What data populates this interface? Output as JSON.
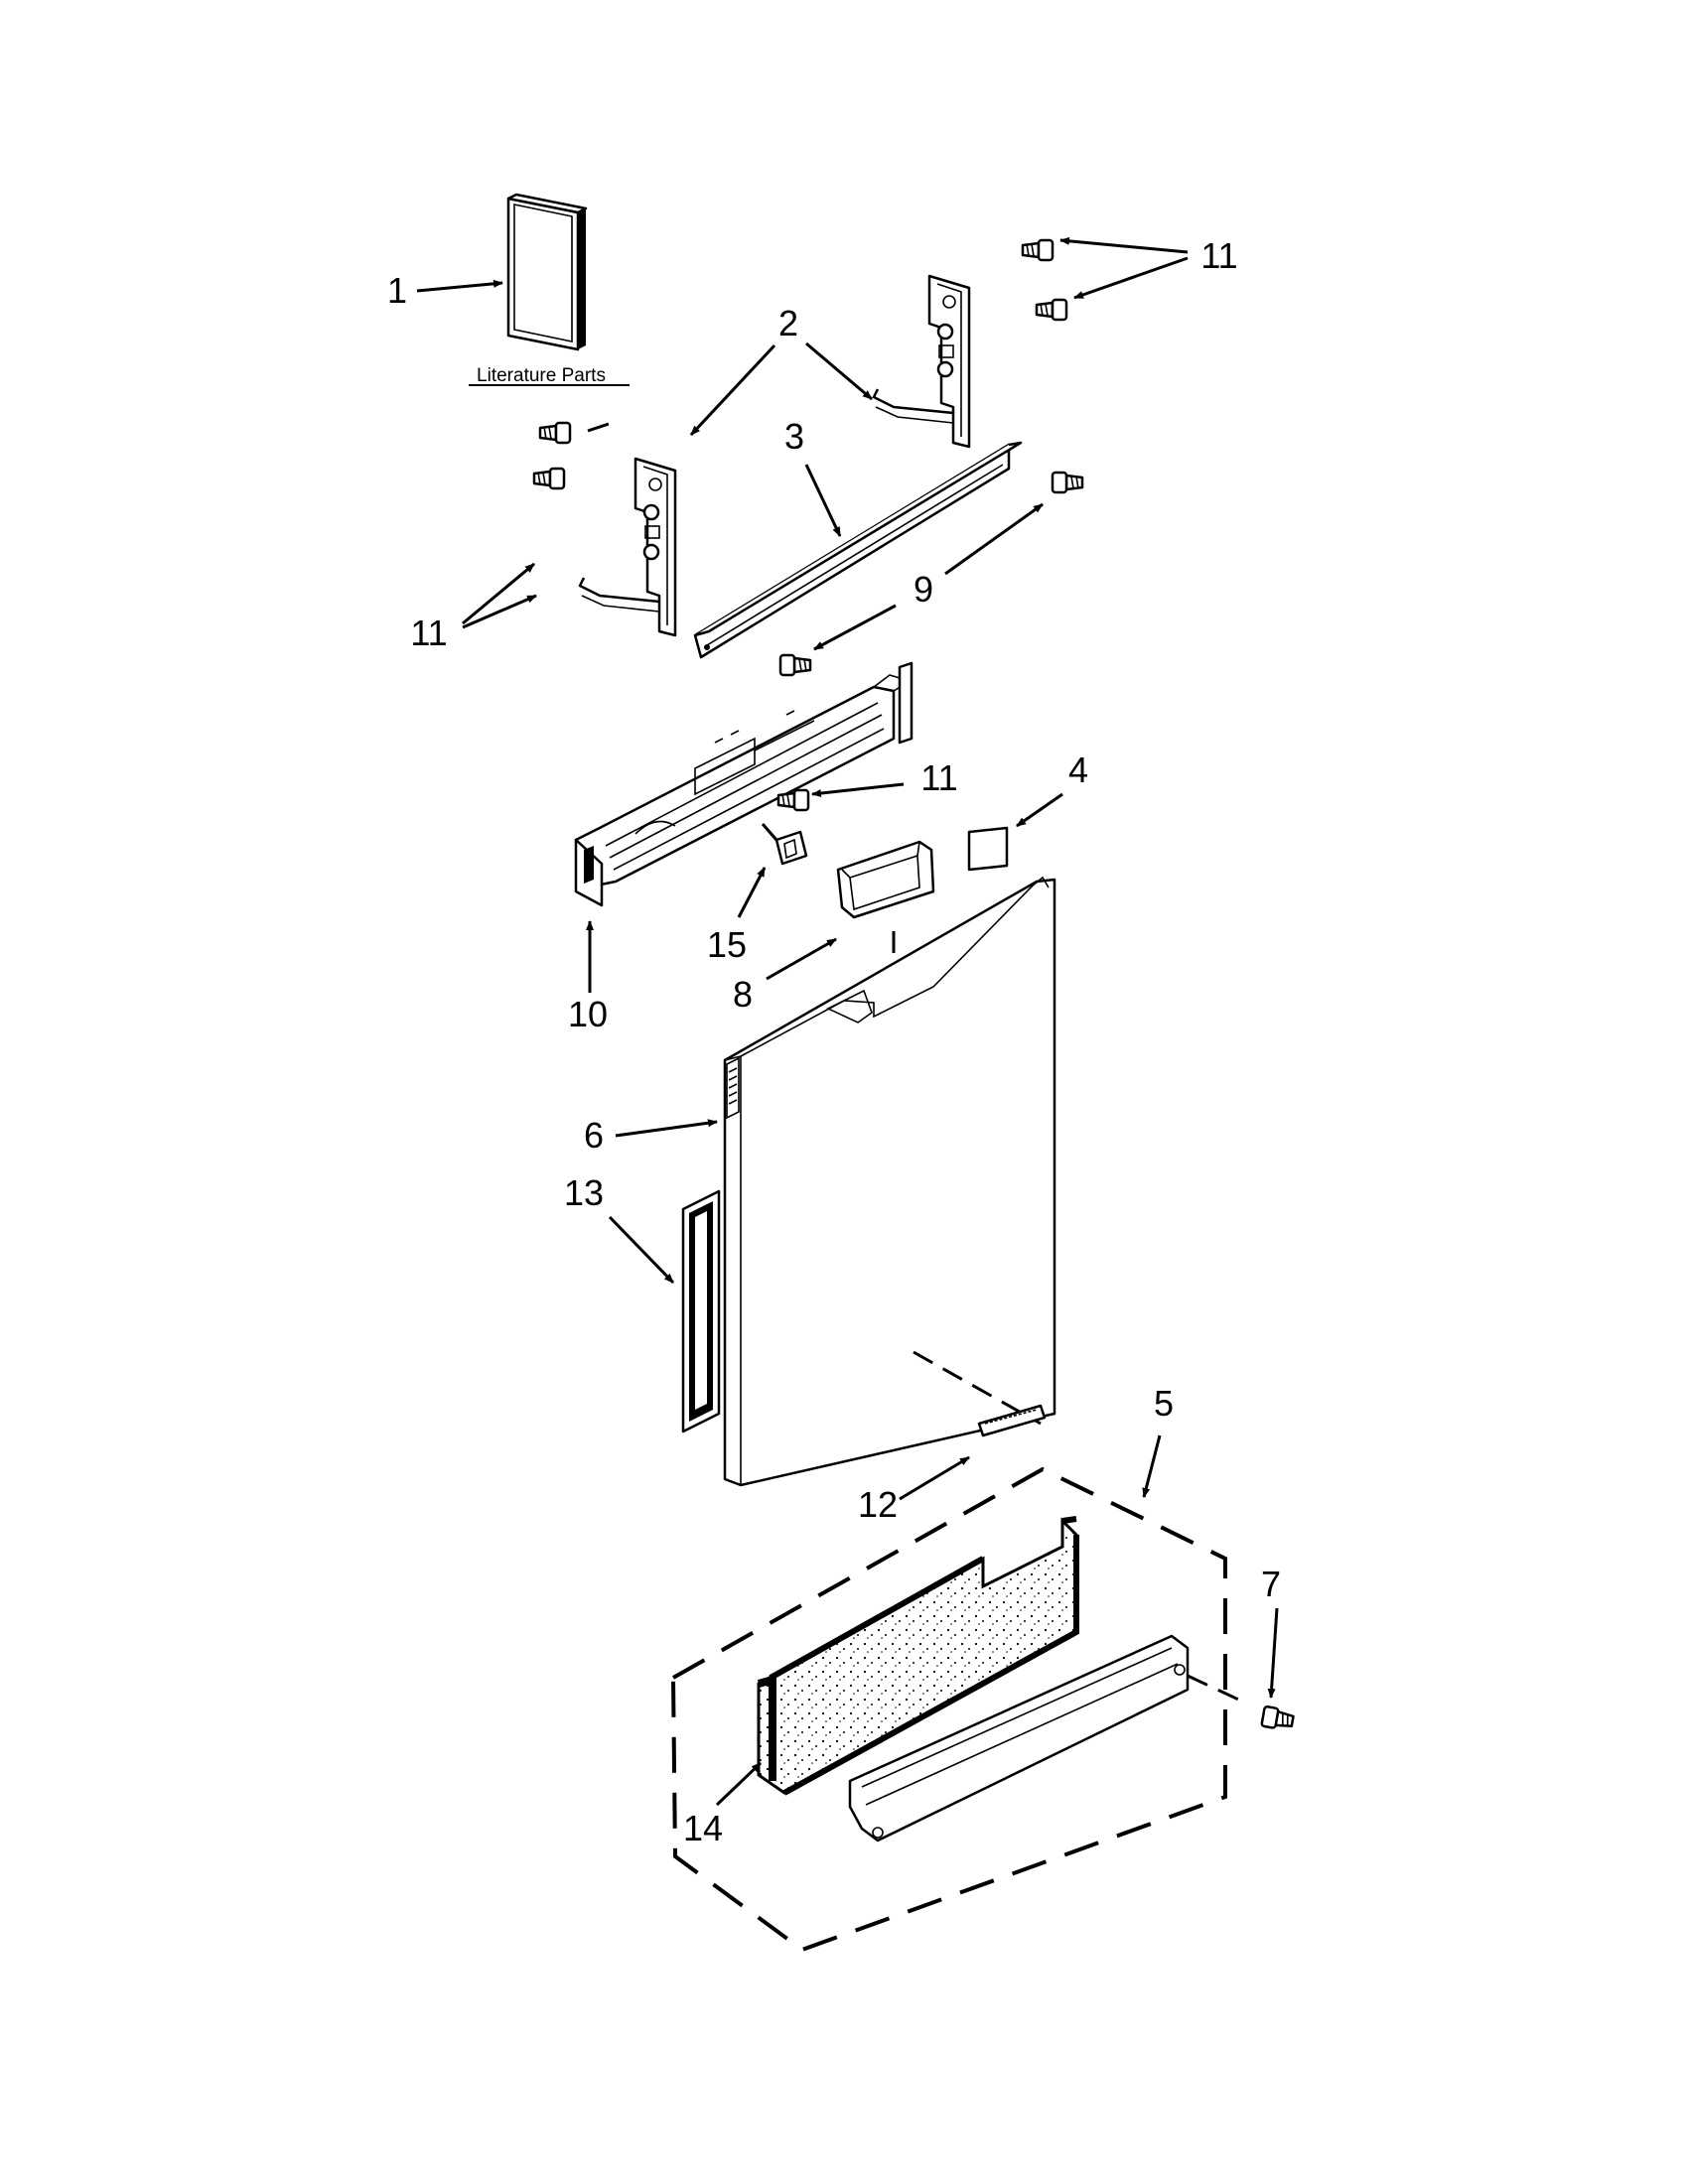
{
  "literature_caption": "Literature Parts",
  "callouts": {
    "c1": "1",
    "c2": "2",
    "c3": "3",
    "c4": "4",
    "c5": "5",
    "c6": "6",
    "c7": "7",
    "c8": "8",
    "c9": "9",
    "c10": "10",
    "c11_top": "11",
    "c11_left": "11",
    "c11_mid": "11",
    "c12": "12",
    "c13": "13",
    "c14": "14",
    "c15": "15"
  },
  "colors": {
    "line": "#000000",
    "background": "#ffffff"
  }
}
